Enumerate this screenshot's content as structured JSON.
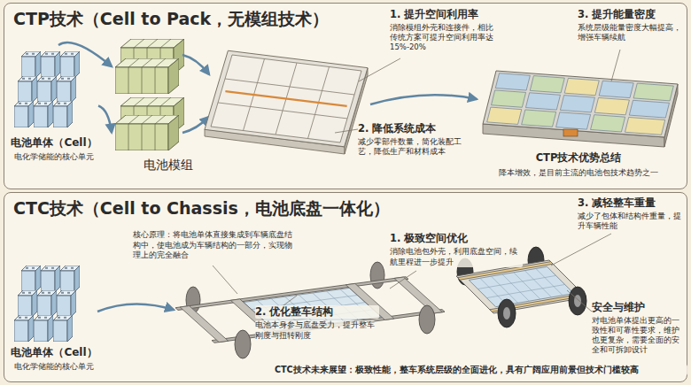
{
  "diagram": {
    "nodes": [
      {
        "text": [
          "CTP技术（Cell to Pack，无模组技术）"
        ]
      },
      {
        "text": [
          "电池单体（Cell）",
          "电化学储能的核心单元"
        ],
        "in": 0
      },
      {
        "text": [
          "电池模组"
        ],
        "in": 0
      },
      {
        "text": [
          "CTP技术优势总结",
          "降本增效，是目前主流的电池包技术趋势之一"
        ],
        "in": 0
      },
      {
        "text": [
          "CTC技术（Cell to Chassis，电池底盘一体化）"
        ]
      },
      {
        "text": [
          "电池单体（Cell）",
          "电化学储能的核心单元"
        ],
        "in": 4
      }
    ],
    "edges": [
      {
        "from": 1,
        "to": 2,
        "arrow": "to"
      },
      {
        "from": 1,
        "to": 2,
        "arrow": "to"
      }
    ],
    "labels": [
      "1. 提升空间利用率",
      "消除模组外壳和连接件，相比传统方案可提升空间利用率达15%-20%",
      "2. 降低系统成本",
      "减少零部件数量，简化装配工艺，降低生产和材料成本",
      "3. 提升能量密度",
      "系统层级能量密度大幅提高，增强车辆续航",
      "核心原理：将电池单体直接集成到车辆底盘结构中，使电池成为车辆结构的一部分，实现物理上的完全融合",
      "1. 极致空间优化",
      "消除电池包外壳，利用底盘空间，续航里程进一步提升",
      "2. 优化整车结构",
      "电池本身参与底盘受力，提升整车刚度与扭转刚度",
      "3. 减轻整车重量",
      "减少了包体和结构件重量，提升车辆性能",
      "安全与维护",
      "对电池单体提出更高的一致性和可靠性要求，维护也更复杂，需要全面的安全和可拆卸设计",
      "CTC技术未来展望：极致性能，整车系统层级的全面进化，具有广阔应用前景但技术门槛较高"
    ]
  }
}
